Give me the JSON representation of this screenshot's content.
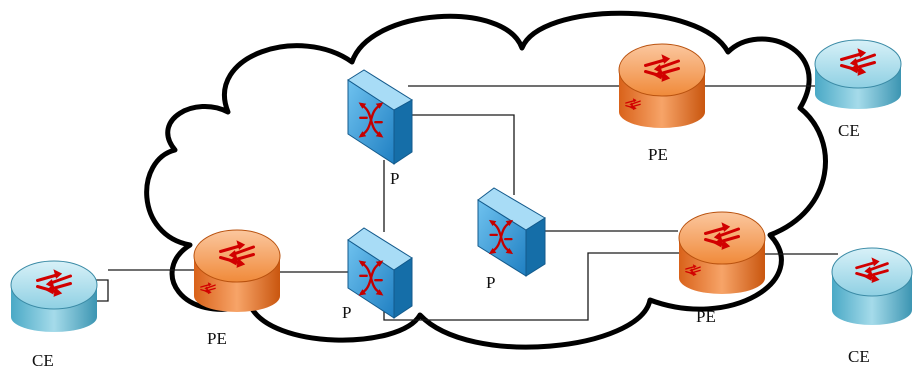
{
  "labels": {
    "ce_top_right": "CE",
    "ce_left": "CE",
    "ce_bottom_right": "CE",
    "pe_top": "PE",
    "pe_left": "PE",
    "pe_right": "PE",
    "p_top": "P",
    "p_bottom": "P",
    "p_middle": "P"
  },
  "colors": {
    "cloud_outline": "#000000",
    "link_line": "#1a1a1a",
    "ce_router": "#7fc6da",
    "pe_router": "#f08a3a",
    "p_switch": "#2b8fd1",
    "arrow": "#e00000"
  },
  "icons": {
    "ce": "router-icon",
    "pe": "router-icon",
    "p": "switch-icon"
  }
}
